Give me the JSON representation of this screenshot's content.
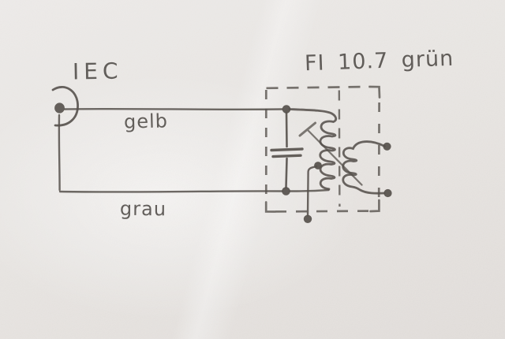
{
  "labels": {
    "connector": "IEC",
    "top_wire": "gelb",
    "bottom_wire": "grau",
    "filter": "FI 10.7 grün"
  },
  "colors": {
    "paper": "#e9e6e3",
    "pencil": "#56514c",
    "handwriting": "#4f4b47"
  }
}
